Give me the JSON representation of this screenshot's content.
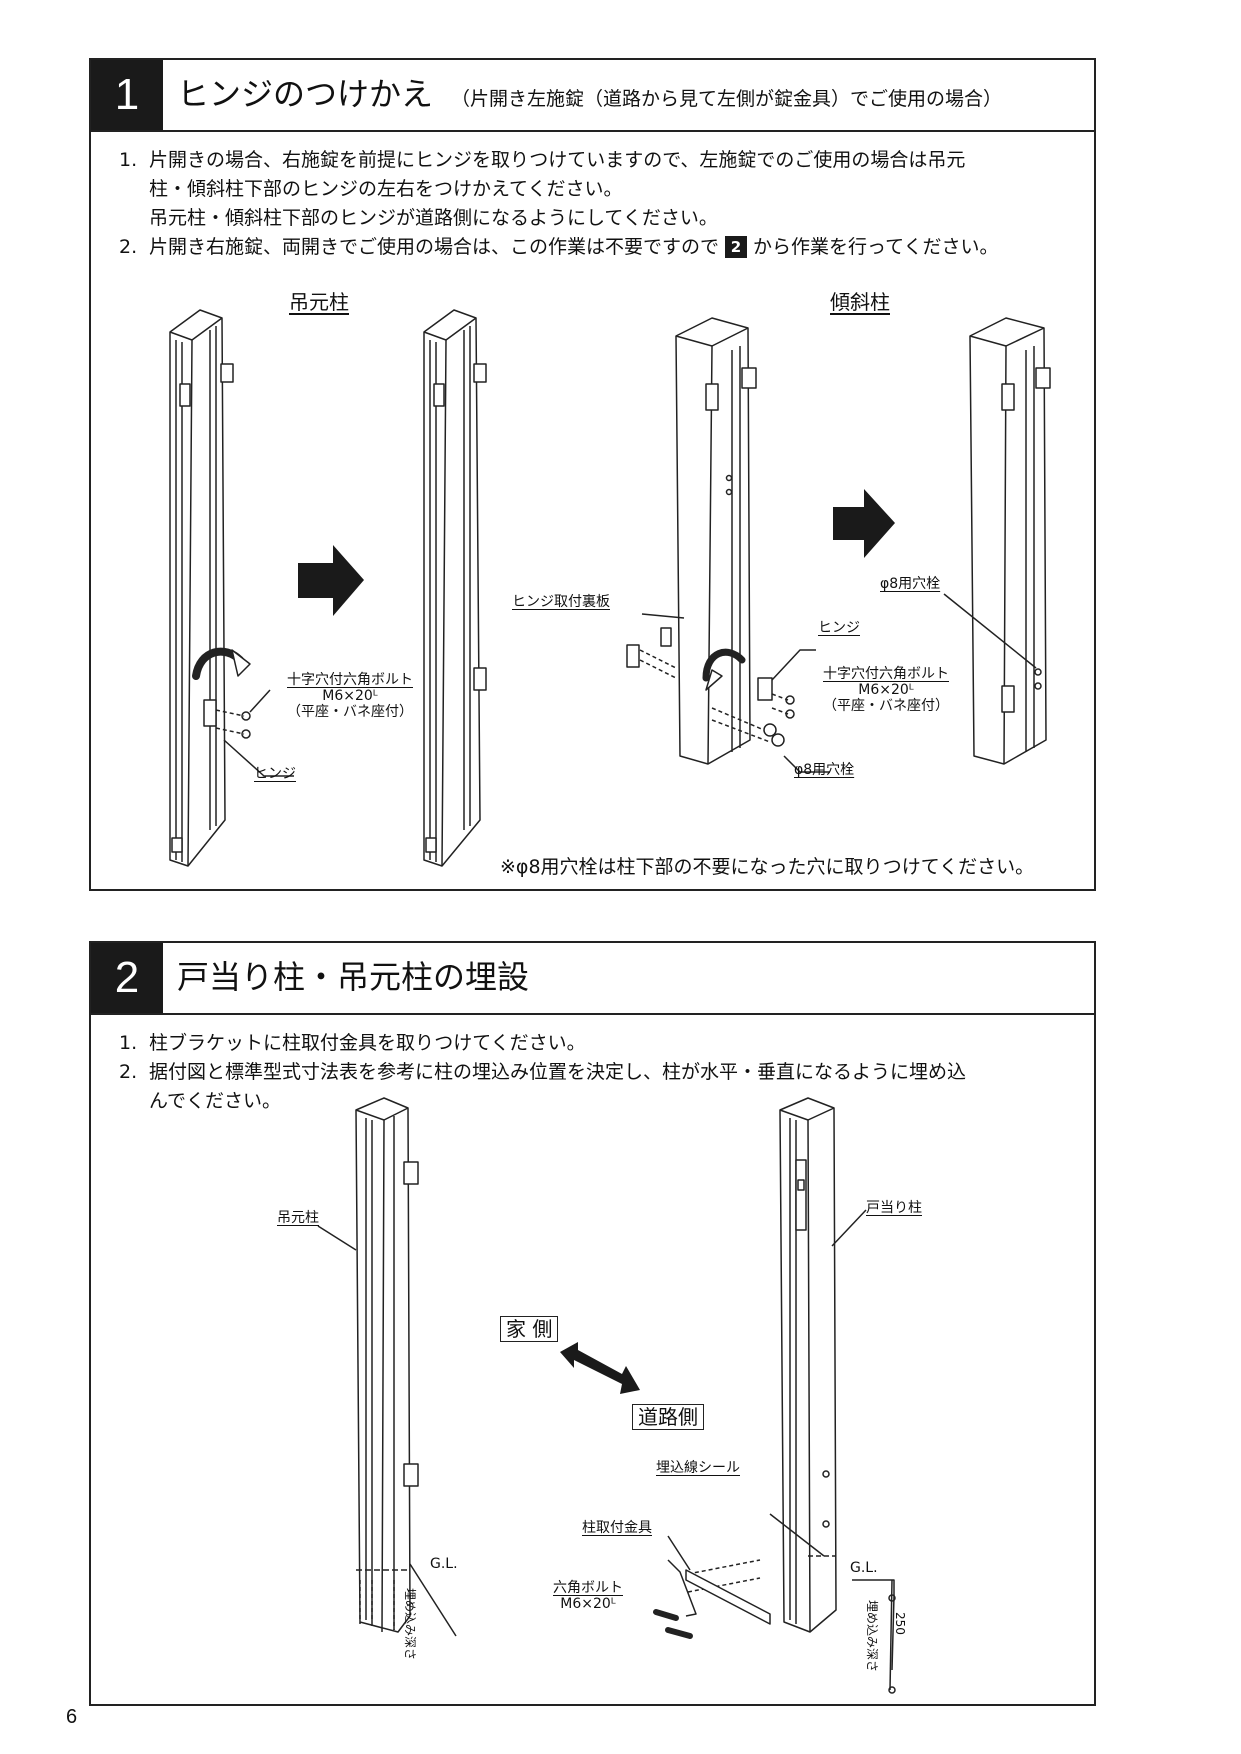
{
  "section1": {
    "number": "1",
    "title": "ヒンジのつけかえ",
    "subtitle": "（片開き左施錠（道路から見て左側が錠金具）でご使用の場合）",
    "steps": [
      {
        "num": "1.",
        "lines": [
          "片開きの場合、右施錠を前提にヒンジを取りつけていますので、左施錠でのご使用の場合は吊元",
          "柱・傾斜柱下部のヒンジの左右をつけかえてください。",
          "吊元柱・傾斜柱下部のヒンジが道路側になるようにしてください。"
        ]
      },
      {
        "num": "2.",
        "text_before": "片開き右施錠、両開きでご使用の場合は、この作業は不要ですので",
        "ref": "2",
        "text_after": "から作業を行ってください。"
      }
    ],
    "figure": {
      "heading_left": "吊元柱",
      "heading_right": "傾斜柱",
      "bolt_label": "十字穴付六角ボルト",
      "bolt_spec": "M6×20ᴸ",
      "bolt_washer": "（平座・バネ座付）",
      "hinge": "ヒンジ",
      "hinge_backplate": "ヒンジ取付裏板",
      "hole_plug": "φ8用穴栓",
      "note": "※φ8用穴栓は柱下部の不要になった穴に取りつけてください。"
    }
  },
  "section2": {
    "number": "2",
    "title": "戸当り柱・吊元柱の埋設",
    "steps": [
      {
        "num": "1.",
        "lines": [
          "柱ブラケットに柱取付金具を取りつけてください。"
        ]
      },
      {
        "num": "2.",
        "lines": [
          "据付図と標準型式寸法表を参考に柱の埋込み位置を決定し、柱が水平・垂直になるように埋め込",
          "んでください。"
        ]
      }
    ],
    "figure": {
      "hanging_post": "吊元柱",
      "stop_post": "戸当り柱",
      "house_side": "家 側",
      "road_side": "道路側",
      "embed_seal": "埋込線シール",
      "post_bracket": "柱取付金具",
      "hex_bolt": "六角ボルト",
      "hex_bolt_spec": "M6×20ᴸ",
      "gl": "G.L.",
      "embed_depth": "埋め込み深さ",
      "depth_value": "250"
    }
  },
  "page_number": "6"
}
